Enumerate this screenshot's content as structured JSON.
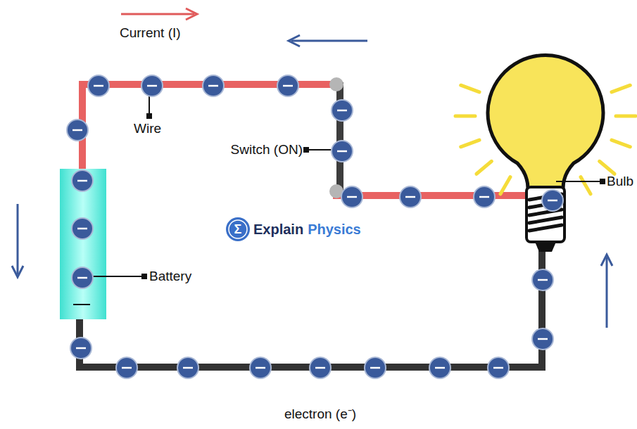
{
  "diagram": {
    "labels": [
      "Current (I)",
      "Wire",
      "Switch (ON)",
      "Battery",
      "Bulb",
      "Σ",
      "Explain",
      "Physics",
      "electron (e⁻)"
    ]
  }
}
